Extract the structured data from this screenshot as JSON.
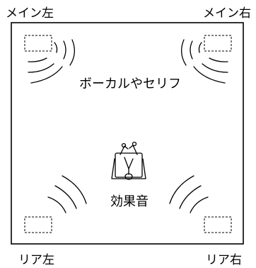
{
  "diagram": {
    "labels": {
      "main_left": "メイン左",
      "main_right": "メイン右",
      "rear_left": "リア左",
      "rear_right": "リア右",
      "vocals": "ボーカルやセリフ",
      "effects": "効果音"
    },
    "icons": {
      "speaker": "speaker-icon",
      "listener": "listener-icon",
      "sound_wave": "sound-wave-icon"
    },
    "colors": {
      "line": "#000000",
      "background": "#ffffff"
    }
  }
}
